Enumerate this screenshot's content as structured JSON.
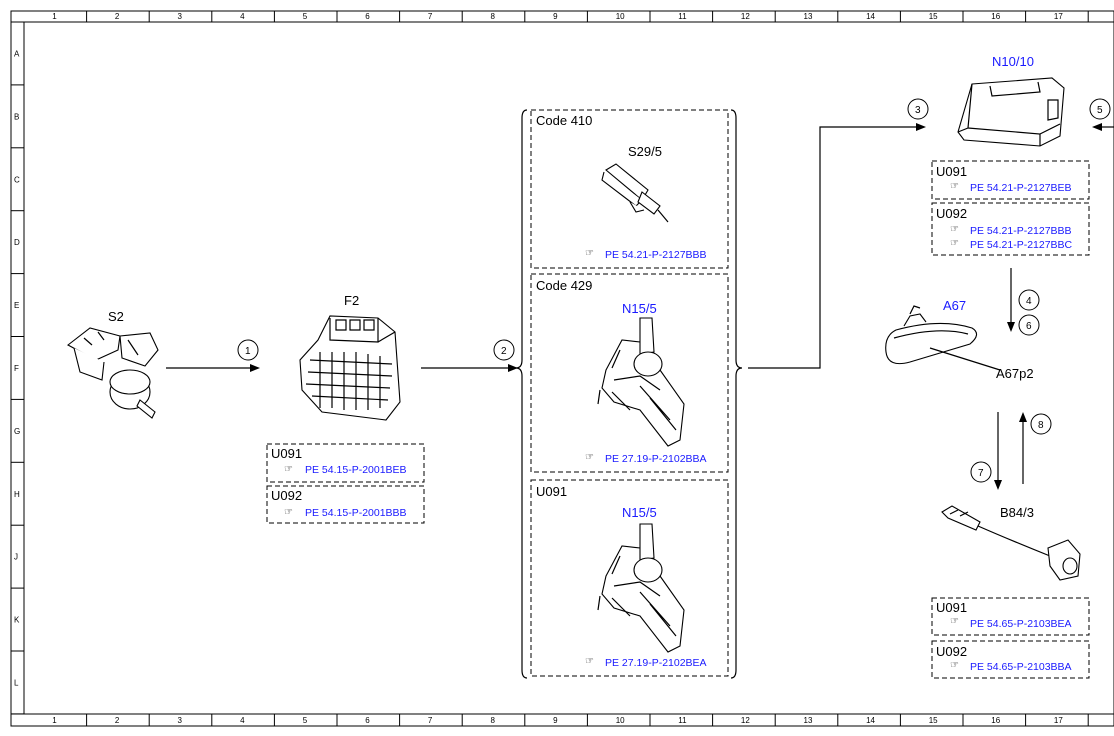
{
  "grid": {
    "columns": [
      "1",
      "2",
      "3",
      "4",
      "5",
      "6",
      "7",
      "8",
      "9",
      "10",
      "11",
      "12",
      "13",
      "14",
      "15",
      "16",
      "17"
    ],
    "rows": [
      "A",
      "B",
      "C",
      "D",
      "E",
      "F",
      "G",
      "H",
      "J",
      "K",
      "L"
    ]
  },
  "components": {
    "s2": {
      "label": "S2"
    },
    "f2": {
      "label": "F2"
    },
    "s29_5": {
      "label": "S29/5"
    },
    "n15_5_a": {
      "label": "N15/5"
    },
    "n15_5_b": {
      "label": "N15/5"
    },
    "n10_10": {
      "label": "N10/10"
    },
    "a67": {
      "label": "A67"
    },
    "a67p2": {
      "label": "A67p2"
    },
    "b84_3": {
      "label": "B84/3"
    }
  },
  "sections": {
    "code410": "Code 410",
    "code429": "Code 429",
    "u091_center": "U091"
  },
  "refboxes": {
    "f2_u091": {
      "code": "U091",
      "refs": [
        "PE 54.15-P-2001BEB"
      ]
    },
    "f2_u092": {
      "code": "U092",
      "refs": [
        "PE 54.15-P-2001BBB"
      ]
    },
    "n10_u091": {
      "code": "U091",
      "refs": [
        "PE 54.21-P-2127BEB"
      ]
    },
    "n10_u092": {
      "code": "U092",
      "refs": [
        "PE 54.21-P-2127BBB",
        "PE 54.21-P-2127BBC"
      ]
    },
    "b84_u091": {
      "code": "U091",
      "refs": [
        "PE 54.65-P-2103BEA"
      ]
    },
    "b84_u092": {
      "code": "U092",
      "refs": [
        "PE 54.65-P-2103BBA"
      ]
    }
  },
  "inline_refs": {
    "s29_5": "PE 54.21-P-2127BBB",
    "n15_5_a": "PE 27.19-P-2102BBA",
    "n15_5_b": "PE 27.19-P-2102BEA"
  },
  "connections": [
    "1",
    "2",
    "3",
    "4",
    "5",
    "6",
    "7",
    "8"
  ],
  "icons": {
    "reference": "pointing-hand-icon"
  }
}
